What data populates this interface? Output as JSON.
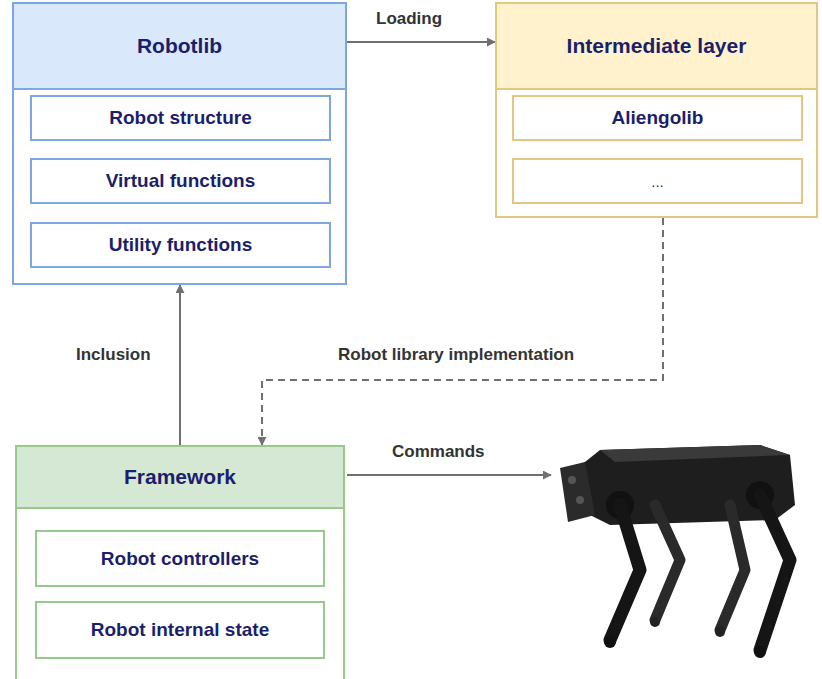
{
  "diagram": {
    "nodes": [
      {
        "text": [
          "Robotlib"
        ]
      },
      {
        "text": [
          "Robot structure"
        ],
        "in": 0
      },
      {
        "text": [
          "Virtual functions"
        ],
        "in": 0
      },
      {
        "text": [
          "Utility functions"
        ],
        "in": 0
      },
      {
        "text": [
          "Intermediate layer"
        ]
      },
      {
        "text": [
          "Aliengolib"
        ],
        "in": 4
      },
      {
        "text": [
          "..."
        ],
        "in": 4
      },
      {
        "text": [
          "Framework"
        ]
      },
      {
        "text": [
          "Robot controllers"
        ],
        "in": 7
      },
      {
        "text": [
          "Robot internal state"
        ],
        "in": 7
      }
    ],
    "edges": [
      {
        "from": 0,
        "to": 4,
        "label": "Loading",
        "arrow": "to"
      },
      {
        "from": 4,
        "to": 7,
        "label": "Robot library implementation",
        "arrow": "to"
      },
      {
        "from": 7,
        "to": 0,
        "label": "Inclusion",
        "arrow": "to"
      }
    ],
    "labels": [
      "Commands"
    ]
  }
}
